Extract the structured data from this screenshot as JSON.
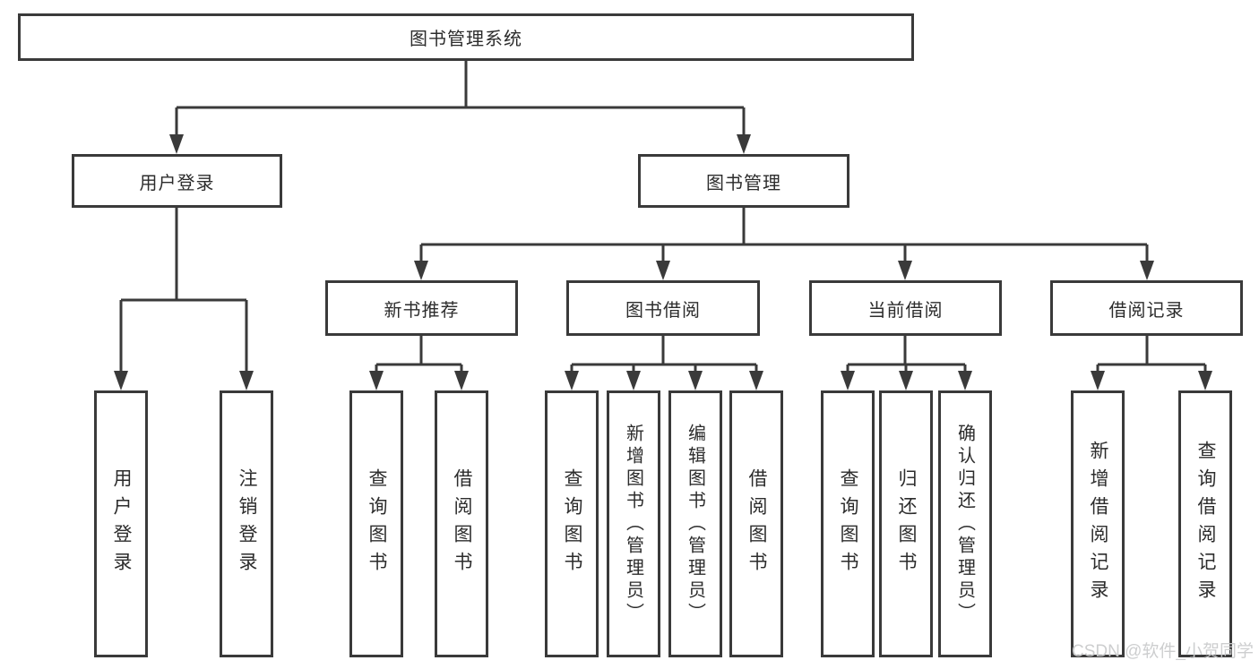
{
  "tree": {
    "label": "图书管理系统",
    "children": [
      {
        "label": "用户登录",
        "children": [
          {
            "label": "用户登录"
          },
          {
            "label": "注销登录"
          }
        ]
      },
      {
        "label": "图书管理",
        "children": [
          {
            "label": "新书推荐",
            "children": [
              {
                "label": "查询图书"
              },
              {
                "label": "借阅图书"
              }
            ]
          },
          {
            "label": "图书借阅",
            "children": [
              {
                "label": "查询图书"
              },
              {
                "label": "新增图书（管理员）"
              },
              {
                "label": "编辑图书（管理员）"
              },
              {
                "label": "借阅图书"
              }
            ]
          },
          {
            "label": "当前借阅",
            "children": [
              {
                "label": "查询图书"
              },
              {
                "label": "归还图书"
              },
              {
                "label": "确认归还（管理员）"
              }
            ]
          },
          {
            "label": "借阅记录",
            "children": [
              {
                "label": "新增借阅记录"
              },
              {
                "label": "查询借阅记录"
              }
            ]
          }
        ]
      }
    ]
  },
  "watermark": "CSDN @软件_小贺同学",
  "colors": {
    "line": "#3a3a3a",
    "text": "#2c2c2c",
    "background": "#ffffff",
    "watermark": "#cbcccd"
  }
}
